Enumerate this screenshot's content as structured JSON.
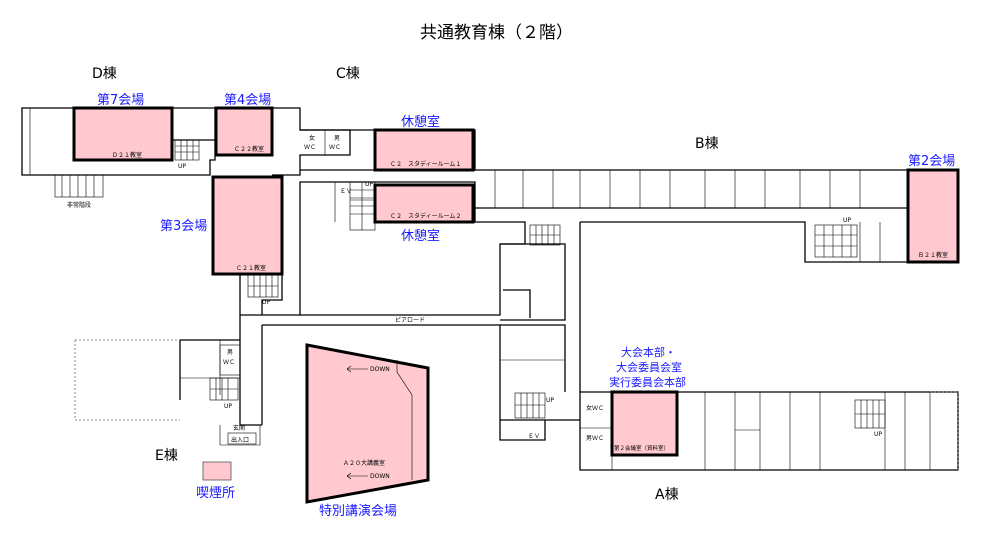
{
  "title": "共通教育棟（２階）",
  "buildings": {
    "a": "A棟",
    "b": "B棟",
    "c": "C棟",
    "d": "D棟",
    "e": "E棟"
  },
  "venues": {
    "v7": "第7会場",
    "v4": "第4会場",
    "v3": "第3会場",
    "v2": "第2会場",
    "rest1": "休憩室",
    "rest2": "休憩室",
    "special": "特別講演会場",
    "hq_line1": "大会本部・",
    "hq_line2": "大会委員会室",
    "hq_line3": "実行委員会本部",
    "smoking": "喫煙所"
  },
  "rooms": {
    "d21": "Ｄ２１教室",
    "c22": "Ｃ２２教室",
    "c21": "Ｃ２１教室",
    "b21": "Ｂ２１教室",
    "study1": "Ｃ２　スタディールーム１",
    "study2": "Ｃ２　スタディールーム２",
    "a20": "Ａ２０大講義室",
    "a2": "第２会議室（資料室）"
  },
  "labels": {
    "up": "UP",
    "down": "DOWN",
    "ev": "ＥＶ",
    "wc_f": "女",
    "wc_m": "男",
    "wc": "ＷＣ",
    "wc_f_full": "女ＷＣ",
    "wc_m_full": "男ＷＣ",
    "emergency_stairs": "非常階段",
    "pia_road": "ピアロード",
    "entrance_hall": "玄関",
    "entrance": "出入口"
  },
  "colors": {
    "room_fill": "#ffc9cf",
    "venue_label": "#1a1aff"
  }
}
